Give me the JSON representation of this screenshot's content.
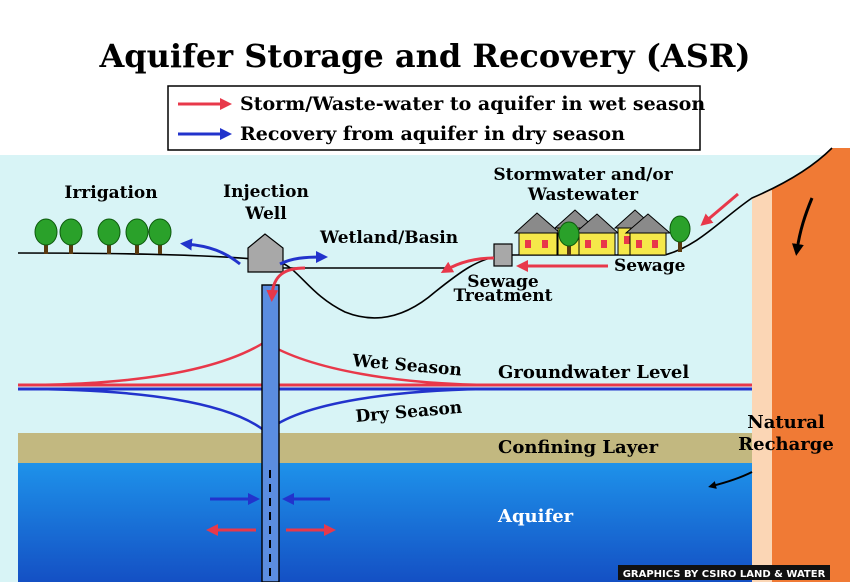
{
  "title": "Aquifer Storage and Recovery (ASR)",
  "legend": [
    {
      "label": "Storm/Waste-water to aquifer in wet season",
      "color": "#e8384a"
    },
    {
      "label": "Recovery from aquifer in dry season",
      "color": "#2233cc"
    }
  ],
  "labels": {
    "irrigation": "Irrigation",
    "injection_well_1": "Injection",
    "injection_well_2": "Well",
    "wetland": "Wetland/Basin",
    "stormwater_1": "Stormwater and/or",
    "stormwater_2": "Wastewater",
    "sewage": "Sewage",
    "sewage_treatment_1": "Sewage",
    "sewage_treatment_2": "Treatment",
    "wet_season": "Wet Season",
    "dry_season": "Dry Season",
    "groundwater_level": "Groundwater Level",
    "confining_layer": "Confining Layer",
    "aquifer": "Aquifer",
    "natural_recharge_1": "Natural",
    "natural_recharge_2": "Recharge",
    "credit": "GRAPHICS  BY CSIRO LAND & WATER"
  },
  "colors": {
    "sky": "#d8f4f6",
    "confining": "#c2b880",
    "aquifer": "#1e8fe6",
    "aquifer_dark": "#1558c8",
    "recharge_outer": "#f07a35",
    "recharge_inner": "#fbd6b5",
    "well": "#5b8de0",
    "house_wall": "#f5e84a",
    "house_roof": "#8a8a8a",
    "tree": "#2aa12a",
    "wet": "#e8384a",
    "dry": "#2233cc"
  }
}
